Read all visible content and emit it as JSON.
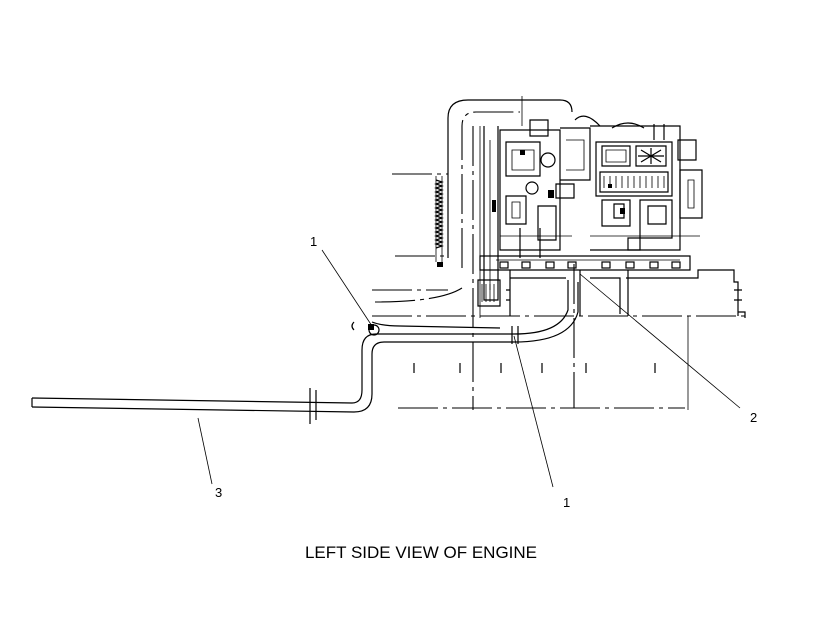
{
  "callouts": {
    "c1_upper": "1",
    "c1_lower": "1",
    "c2": "2",
    "c3": "3"
  },
  "caption": "LEFT SIDE VIEW OF ENGINE"
}
